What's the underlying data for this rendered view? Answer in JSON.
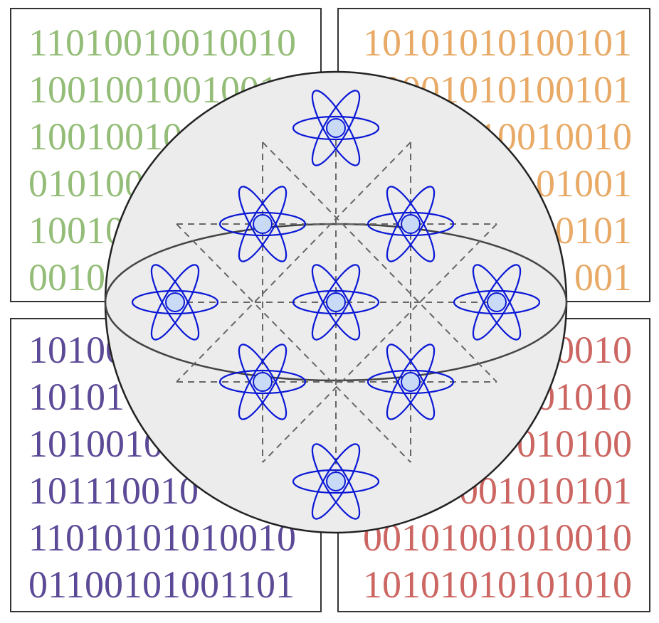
{
  "panels": [
    {
      "id": "top-left",
      "color": "#94bd78",
      "lines": [
        "11010010010010",
        "10010010010010",
        "10010010",
        "010100",
        "10010",
        "0010"
      ]
    },
    {
      "id": "top-right",
      "color": "#e8aa66",
      "lines": [
        "10101010100101",
        "10001010100101",
        "10010010",
        "01001",
        "0101",
        "001"
      ]
    },
    {
      "id": "bottom-left",
      "color": "#5c4a97",
      "lines": [
        "10100",
        "10101",
        "1010010",
        "101110010",
        "11010101010010",
        "01100101001101"
      ]
    },
    {
      "id": "bottom-right",
      "color": "#cc6662",
      "lines": [
        "0010",
        "01010",
        "010100",
        "001010101",
        "00101001010010",
        "10101010101010"
      ]
    }
  ],
  "sphere": {
    "fill": "#ececec",
    "stroke": "#222222",
    "equator_color": "#444444",
    "grid_color": "#666666"
  },
  "atoms": {
    "count": 9,
    "orbit_color": "#0a18d6",
    "nucleus_fill": "#c8daf5"
  }
}
